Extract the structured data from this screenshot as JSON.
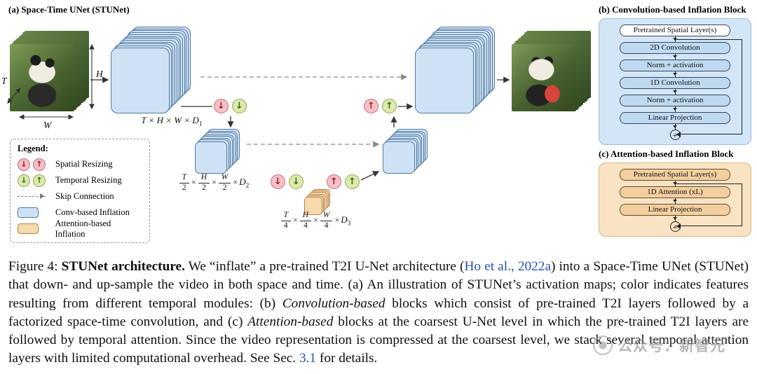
{
  "caption": {
    "prefix": "Figure 4: ",
    "bold_title": "STUNet architecture.",
    "s1": " We “inflate” a pre-trained T2I U-Net architecture (",
    "cite": "Ho et al., 2022a",
    "s2": ") into a Space-Time UNet (STUNet) that down- and up-sample the video in both space and time. (a) An illustration of STUNet’s activation maps; color indicates features resulting from different temporal modules: (b) ",
    "italic1": "Convolution-based",
    "s3": " blocks which consist of pre-trained T2I layers followed by a factorized space-time convolution, and (c) ",
    "italic2": "Attention-based",
    "s4": " blocks at the coarsest U-Net level in which the pre-trained T2I layers are followed by temporal attention. Since the video representation is compressed at the coarsest level, we stack several temporal attention layers with limited computational overhead. See Sec. ",
    "sec_link": "3.1",
    "s5": " for details."
  },
  "figure": {
    "panel_a_label": "(a) Space-Time UNet (STUNet)",
    "panel_b_label": "(b) Convolution-based Inflation Block",
    "panel_c_label": "(c) Attention-based Inflation Block",
    "dims": {
      "t": "T",
      "h": "H",
      "w": "W"
    },
    "dim_labels": {
      "times": "×",
      "l1": {
        "body": "T × H × W × D",
        "sub": "1"
      },
      "l2": {
        "t": "T",
        "h": "H",
        "w": "W",
        "den": "2",
        "d": "D",
        "sub": "2"
      },
      "l3": {
        "t": "T",
        "h": "H",
        "w": "W",
        "den": "4",
        "d": "D",
        "sub": "3"
      }
    }
  },
  "legend": {
    "title": "Legend:",
    "rows": [
      "Spatial Resizing",
      "Temporal Resizing",
      "Skip Connection",
      "Conv-based Inflation",
      "Attention-based Inflation"
    ]
  },
  "panel_b": {
    "boxes": [
      "Pretrained Spatial Layer(s)",
      "2D Convolution",
      "Norm + activation",
      "1D Convolution",
      "Norm + activation",
      "Linear Projection"
    ]
  },
  "panel_c": {
    "boxes": [
      "Pretrained Spatial Layer(s)",
      "1D Attention (xL)",
      "Linear Projection"
    ]
  },
  "icons": {
    "down": "↓",
    "up": "↑",
    "plus": "+"
  },
  "watermark": {
    "text": "公众号：新智元"
  },
  "colors": {
    "conv_inflation_fill": "#cfe2f5",
    "attention_inflation_fill": "#f6d9ad",
    "spatial_resize_circle": "#f5bfc7",
    "temporal_resize_circle": "#dde9ab",
    "link_blue": "#2353b5"
  }
}
